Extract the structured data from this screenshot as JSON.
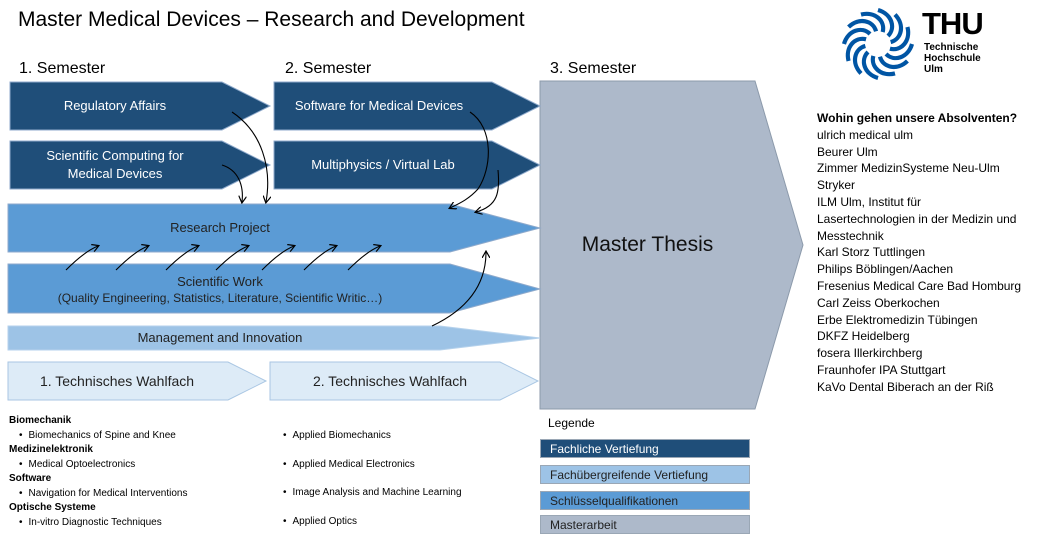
{
  "title": "Master Medical Devices – Research and Development",
  "semesters": [
    "1. Semester",
    "2. Semester",
    "3. Semester"
  ],
  "logo": {
    "text": "THU",
    "line1": "Technische",
    "line2": "Hochschule",
    "line3": "Ulm",
    "color": "#0055a4"
  },
  "modules": {
    "regulatory_affairs": "Regulatory Affairs",
    "scientific_computing_line1": "Scientific Computing  for",
    "scientific_computing_line2": "Medical Devices",
    "software_medical_devices": "Software  for Medical Devices",
    "multiphysics": "Multiphysics / Virtual Lab",
    "research_project": "Research Project",
    "scientific_work_line1": "Scientific Work",
    "scientific_work_line2": "(Quality Engineering, Statistics, Literature, Scientific Writic…)",
    "management": "Management and Innovation",
    "wahlfach1": "1. Technisches Wahlfach",
    "wahlfach2": "2. Technisches Wahlfach",
    "master_thesis": "Master Thesis"
  },
  "alumni": {
    "heading": "Wohin gehen unsere Absolventen?",
    "items": [
      "ulrich medical ulm",
      "Beurer Ulm",
      "Zimmer MedizinSysteme  Neu-Ulm",
      "Stryker",
      "ILM Ulm, Institut für",
      "Lasertechnologien in der Medizin und",
      "Messtechnik",
      "Karl Storz Tuttlingen",
      "Philips Böblingen/Aachen",
      "Fresenius  Medical Care Bad Homburg",
      "Carl Zeiss Oberkochen",
      "Erbe Elektromedizin Tübingen",
      "DKFZ Heidelberg",
      "fosera  Illerkirchberg",
      "Fraunhofer  IPA Stuttgart",
      "KaVo Dental Biberach an der Riß"
    ]
  },
  "wahlfach_sem1": [
    {
      "category": "Biomechanik",
      "item": "Biomechanics of Spine and Knee"
    },
    {
      "category": "Medizinelektronik",
      "item": "Medical Optoelectronics"
    },
    {
      "category": "Software",
      "item": "Navigation for Medical Interventions"
    },
    {
      "category": "Optische  Systeme",
      "item": "In-vitro Diagnostic Techniques"
    }
  ],
  "wahlfach_sem2": [
    "Applied Biomechanics",
    "Applied Medical Electronics",
    "Image Analysis and Machine Learning",
    "Applied Optics"
  ],
  "legend": {
    "title": "Legende",
    "items": [
      {
        "label": "Fachliche Vertiefung",
        "color": "#1f4e79",
        "text_color": "#ffffff"
      },
      {
        "label": "Fachübergreifende  Vertiefung",
        "color": "#9dc3e6",
        "text_color": "#222222"
      },
      {
        "label": "Schlüsselqualifikationen",
        "color": "#5b9bd5",
        "text_color": "#222222"
      },
      {
        "label": "Masterarbeit",
        "color": "#adb9ca",
        "text_color": "#222222"
      }
    ]
  },
  "colors": {
    "dark": "#1f4e79",
    "medium": "#5b9bd5",
    "light": "#9dc3e6",
    "pale": "#ddebf7",
    "thesis": "#adb9ca"
  }
}
